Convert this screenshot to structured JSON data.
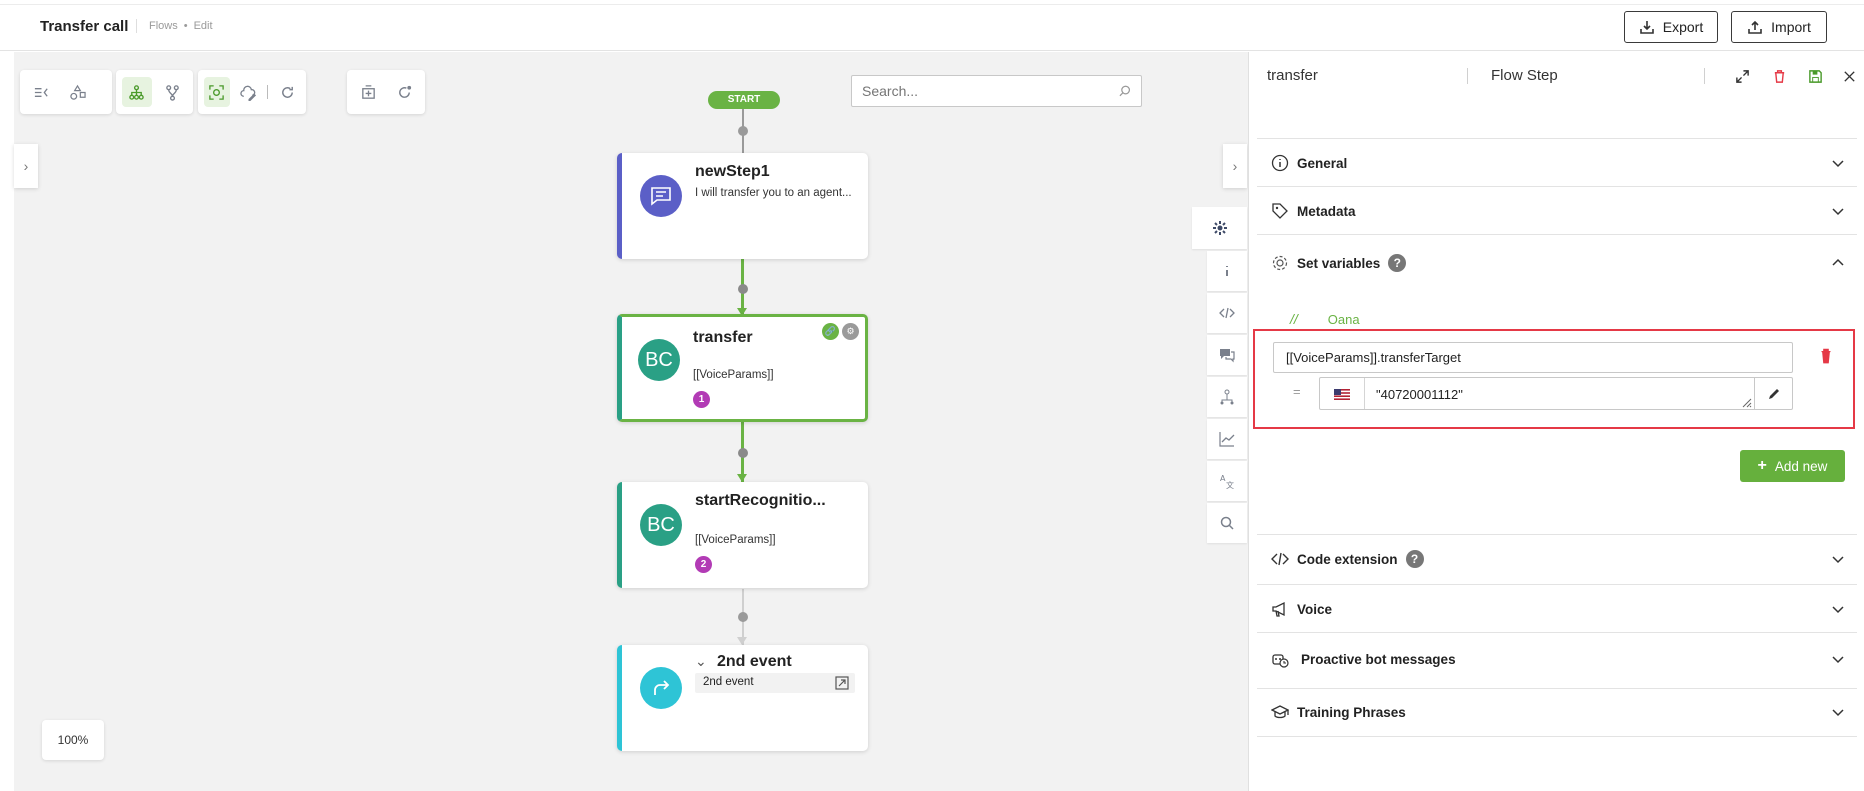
{
  "header": {
    "title": "Transfer call",
    "breadcrumb": [
      "Flows",
      "•",
      "Edit"
    ],
    "export_label": "Export",
    "import_label": "Import"
  },
  "canvas": {
    "search_placeholder": "Search...",
    "start_label": "START",
    "zoom": "100%",
    "nodes": [
      {
        "title": "newStep1",
        "subtitle": "I will transfer you to an agent...",
        "accent": "#5b5fc7",
        "avatar": "chat-icon"
      },
      {
        "title": "transfer",
        "subtitle": "[[VoiceParams]]",
        "badge": "1",
        "avatar_text": "BC",
        "accent": "#2aa085"
      },
      {
        "title": "startRecognitio...",
        "subtitle": "[[VoiceParams]]",
        "badge": "2",
        "avatar_text": "BC",
        "accent": "#2aa085"
      },
      {
        "title": "2nd event",
        "subtitle": "2nd event",
        "accent": "#2ec4d6",
        "avatar": "redirect-icon"
      }
    ]
  },
  "panel": {
    "step_name": "transfer",
    "step_type": "Flow Step",
    "sections": {
      "general": "General",
      "metadata": "Metadata",
      "set_variables": "Set variables",
      "code_extension": "Code extension",
      "voice": "Voice",
      "proactive": "Proactive bot messages",
      "training": "Training Phrases"
    },
    "help_glyph": "?",
    "comment_slash": "//",
    "comment": "Oana",
    "variable": {
      "name": "[[VoiceParams]].transferTarget",
      "equals": "=",
      "value": "\"40720001112\""
    },
    "add_new_label": "Add new"
  },
  "colors": {
    "accent_green": "#6ab344",
    "danger_red": "#e53946",
    "badge_purple": "#b23bb5"
  }
}
